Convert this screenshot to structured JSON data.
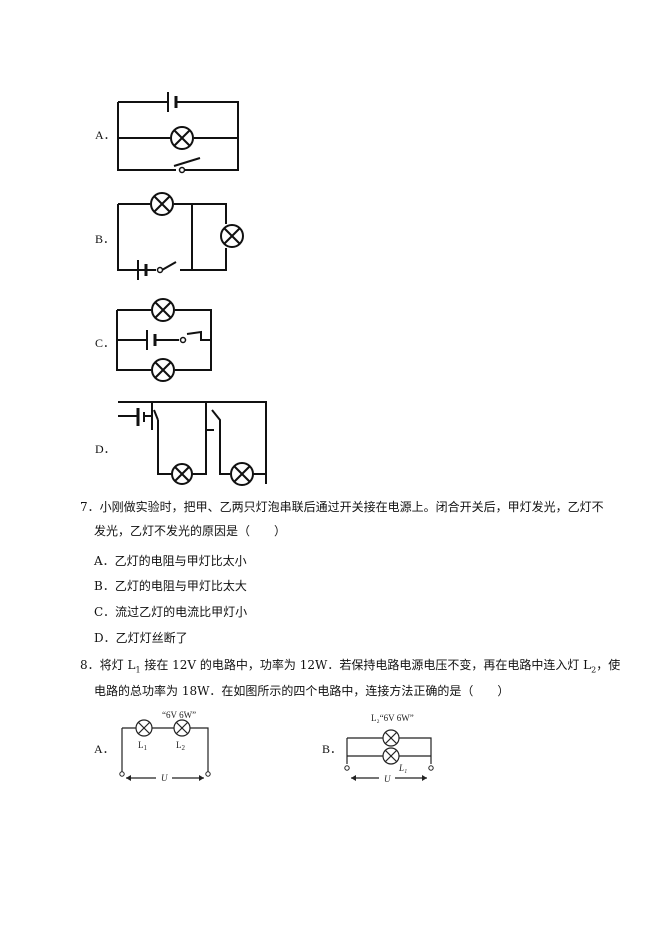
{
  "q6": {
    "options": [
      "A．",
      "B．",
      "C．",
      "D．"
    ]
  },
  "q7": {
    "number": "7．",
    "stem_line1": "小刚做实验时，把甲、乙两只灯泡串联后通过开关接在电源上。闭合开关后，甲灯发光，乙灯不",
    "stem_line2": "发光，乙灯不发光的原因是（　　）",
    "choices": [
      "A．乙灯的电阻与甲灯比太小",
      "B．乙灯的电阻与甲灯比太大",
      "C．流过乙灯的电流比甲灯小",
      "D．乙灯灯丝断了"
    ]
  },
  "q8": {
    "number": "8．",
    "stem_a": "将灯 L",
    "stem_sub1": "1",
    "stem_b": " 接在 12V 的电路中，功率为 12W．若保持电路电源电压不变，再在电路中连入灯 L",
    "stem_sub2": "2",
    "stem_c": "，使",
    "stem_line2": "电路的总功率为 18W．在如图所示的四个电路中，连接方法正确的是（　　）",
    "optA": "A．",
    "optB": "B．",
    "figA": {
      "rating": "“6V  6W”",
      "l1": "L",
      "l1sub": "1",
      "l2": "L",
      "l2sub": "2",
      "u": "U"
    },
    "figB": {
      "rating": "L₂“6V 6W”",
      "l1": "L₁",
      "u": "U"
    }
  }
}
